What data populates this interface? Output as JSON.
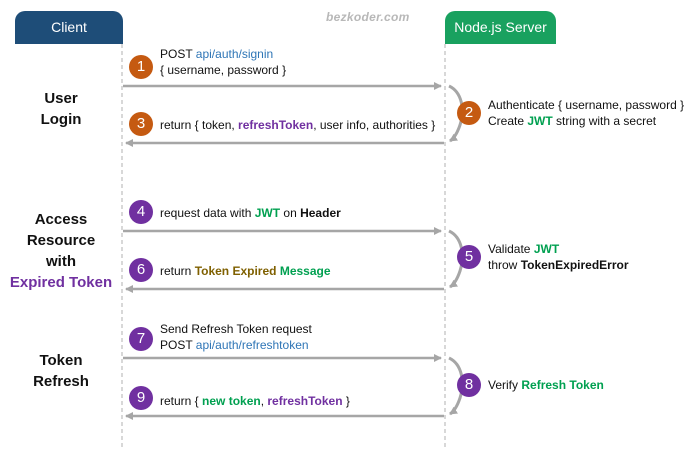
{
  "watermark": "bezkoder.com",
  "client_label": "Client",
  "server_label": "Node.js Server",
  "sections": {
    "login": [
      "User",
      "Login"
    ],
    "access": [
      "Access",
      "Resource",
      "with",
      "Expired Token"
    ],
    "refresh": [
      "Token",
      "Refresh"
    ]
  },
  "steps": {
    "s1": {
      "num": "1",
      "line1": "POST ",
      "endpoint": "api/auth/signin",
      "line2": "{ username, password }"
    },
    "s2": {
      "num": "2",
      "line1": "Authenticate { username, password }",
      "create": "Create ",
      "jwt": "JWT",
      "rest": " string with a secret"
    },
    "s3": {
      "num": "3",
      "pre": "return { token, ",
      "refresh": "refreshToken",
      "post": ", user info, authorities }"
    },
    "s4": {
      "num": "4",
      "pre": "request data with ",
      "jwt": "JWT",
      "mid": " on ",
      "header": "Header"
    },
    "s5": {
      "num": "5",
      "validate": "Validate ",
      "jwt": "JWT",
      "throw": "throw ",
      "error": "TokenExpiredError"
    },
    "s6": {
      "num": "6",
      "pre": "return ",
      "expired": "Token Expired",
      "space": " ",
      "message": "Message"
    },
    "s7": {
      "num": "7",
      "line1": "Send Refresh Token request",
      "post": "POST ",
      "endpoint": "api/auth/refreshtoken"
    },
    "s8": {
      "num": "8",
      "pre": "Verify ",
      "refresh": "Refresh Token"
    },
    "s9": {
      "num": "9",
      "pre": "return { ",
      "newtoken": "new token",
      "comma": ", ",
      "refresh": "refreshToken",
      "post": " }"
    }
  },
  "colors": {
    "client": "#1e4d78",
    "server": "#19a15f",
    "orange": "#c55a11",
    "purple": "#7030a0",
    "link": "#2e75b6",
    "green": "#00a050",
    "brown": "#7f6000",
    "arrow": "#a6a6a6"
  }
}
